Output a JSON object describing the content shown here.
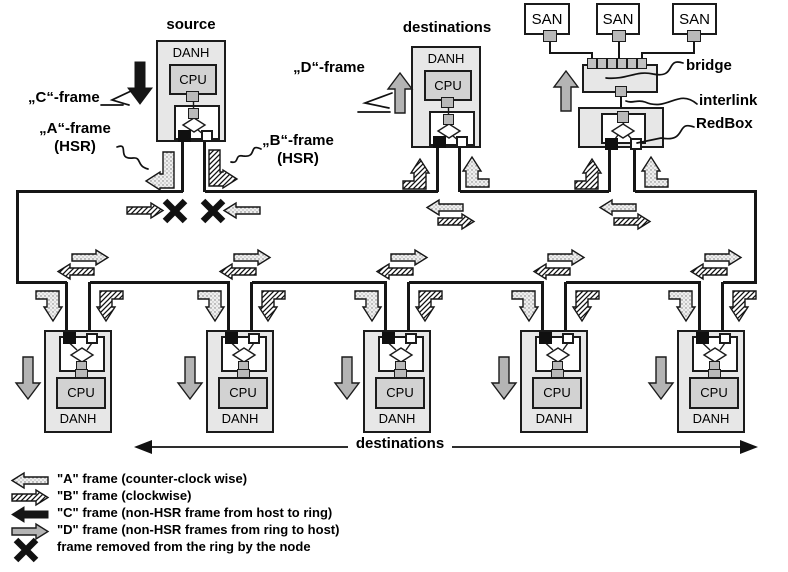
{
  "diagram": {
    "titles": {
      "source": "source",
      "destinations_top": "destinations",
      "destinations_bottom": "destinations"
    },
    "frames": {
      "c": "„C“-frame",
      "a": "„A“-frame",
      "a_hsr": "(HSR)",
      "b": "„B“-frame",
      "b_hsr": "(HSR)",
      "d": "„D“-frame"
    },
    "nodes": {
      "danh": "DANH",
      "cpu": "CPU",
      "san": "SAN"
    },
    "right": {
      "bridge": "bridge",
      "interlink": "interlink",
      "redbox": "RedBox"
    }
  },
  "legend": {
    "items": [
      {
        "icon": "a-frame-arrow-dotted-left",
        "text": "\"A\" frame (counter-clock wise)"
      },
      {
        "icon": "b-frame-arrow-hatched-right",
        "text": "\"B\" frame (clockwise)"
      },
      {
        "icon": "c-frame-arrow-black-left",
        "text": "\"C\" frame (non-HSR frame from host to ring)"
      },
      {
        "icon": "d-frame-arrow-gray-right",
        "text": "\"D\" frame (non-HSR frames from ring to host)"
      },
      {
        "icon": "x-removed-mark",
        "text": "frame removed from the ring by the node"
      }
    ]
  },
  "colors": {
    "node_fill": "#e7e7e7",
    "cpu_fill": "#d2d2d2",
    "port_fill": "#b9b9b9",
    "gray_arrow": "#b4b4b4",
    "line": "#161616"
  }
}
